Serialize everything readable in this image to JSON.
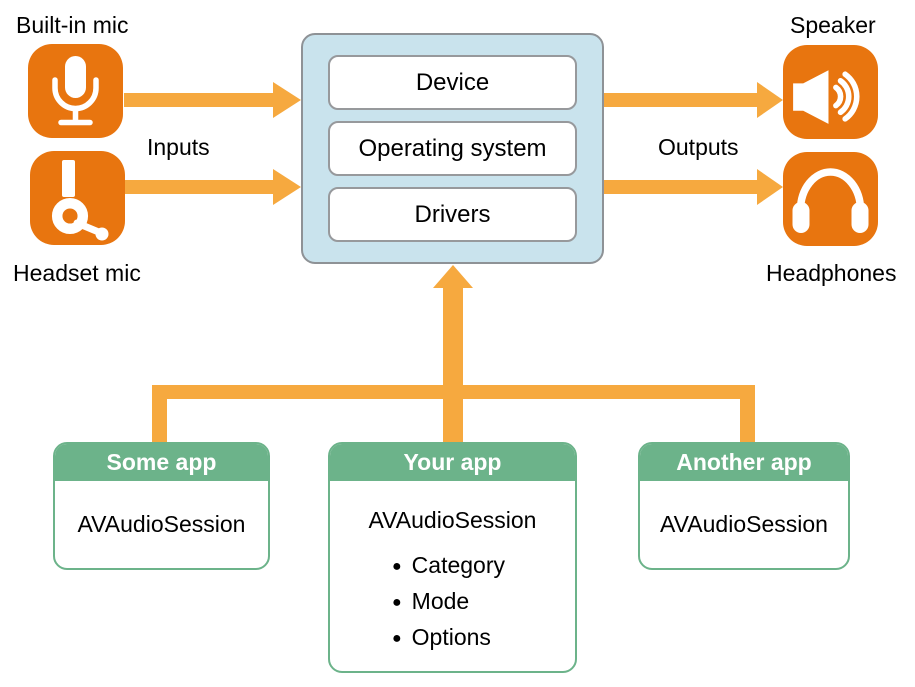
{
  "labels": {
    "built_in_mic": "Built-in mic",
    "headset_mic": "Headset mic",
    "inputs": "Inputs",
    "outputs": "Outputs",
    "speaker": "Speaker",
    "headphones": "Headphones"
  },
  "system_box": {
    "layers": [
      "Device",
      "Operating system",
      "Drivers"
    ]
  },
  "apps": [
    {
      "title": "Some app",
      "session": "AVAudioSession",
      "bullets": []
    },
    {
      "title": "Your app",
      "session": "AVAudioSession",
      "bullets": [
        "Category",
        "Mode",
        "Options"
      ]
    },
    {
      "title": "Another app",
      "session": "AVAudioSession",
      "bullets": []
    }
  ],
  "icons": {
    "built_in_mic": "microphone-icon",
    "headset_mic": "headset-mic-icon",
    "speaker": "speaker-icon",
    "headphones": "headphones-icon"
  },
  "colors": {
    "icon_orange": "#E8750F",
    "arrow_amber": "#F6A93F",
    "system_fill_blue": "#C9E3ED",
    "system_border_gray": "#8E9296",
    "layer_border_gray": "#97999C",
    "app_green": "#6CB38A",
    "text": "#000000",
    "background": "#FFFFFF"
  }
}
